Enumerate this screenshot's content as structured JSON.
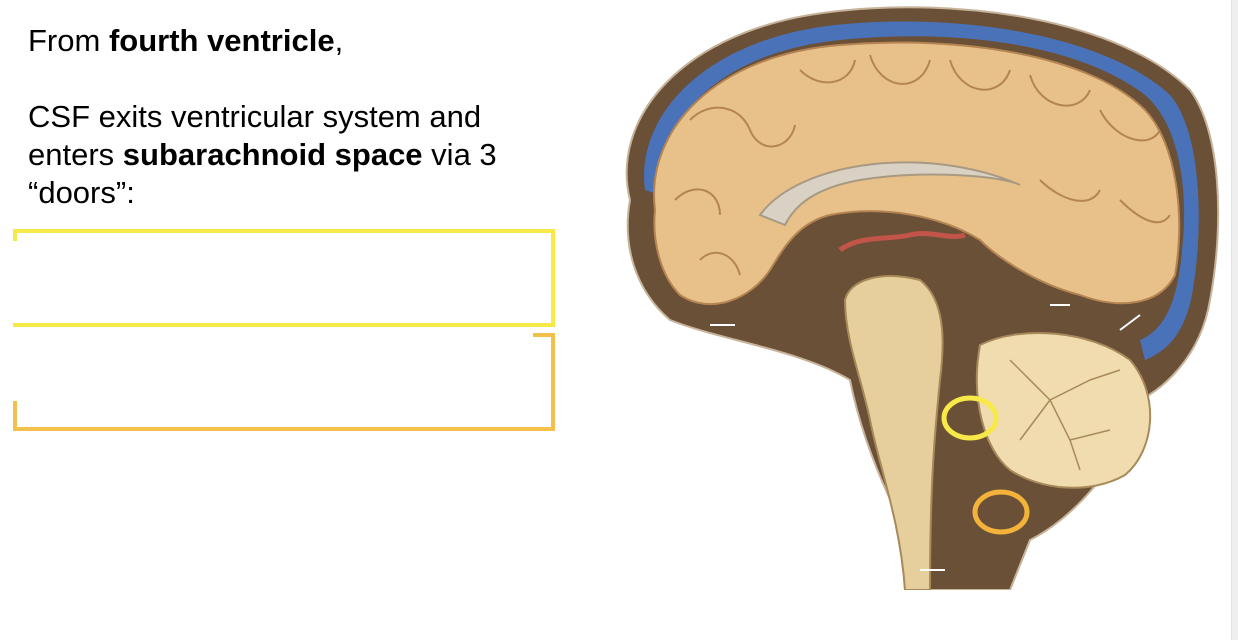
{
  "slide": {
    "line1": {
      "prefix": "From ",
      "bold": "fourth ventricle",
      "suffix": ","
    },
    "line2": {
      "prefix": "CSF exits ventricular system and enters ",
      "bold": "subarachnoid space",
      "suffix": " via 3 “doors”:"
    }
  },
  "colors": {
    "yellow_bracket": "#f7ea48",
    "orange_bracket": "#f3c14b",
    "meninges_blue": "#4a72b8",
    "brain_tan": "#e8c08a"
  }
}
